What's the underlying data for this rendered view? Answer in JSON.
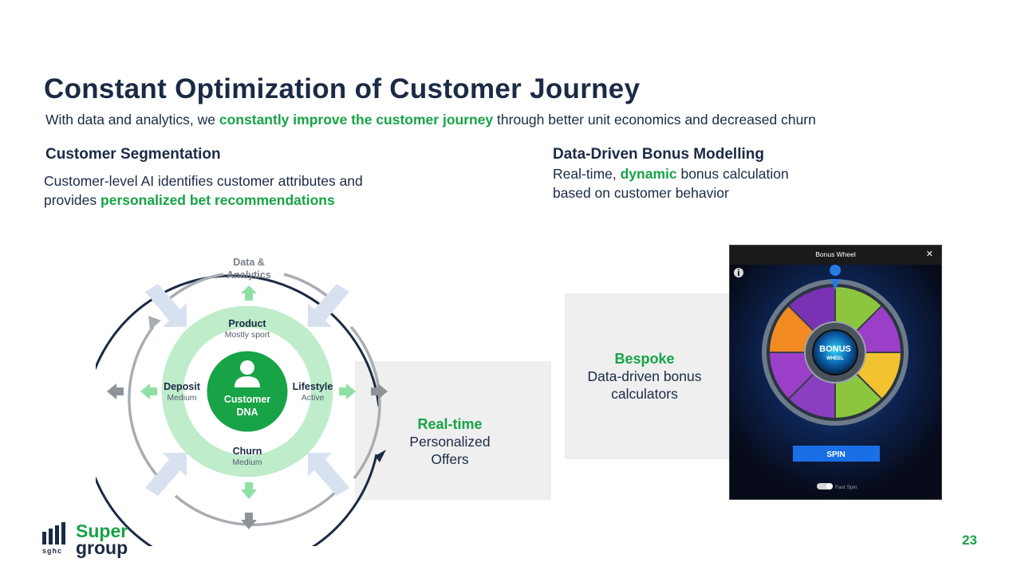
{
  "title": "Constant Optimization of Customer Journey",
  "subtitle": {
    "pre": "With data and analytics, we ",
    "highlight": "constantly improve the customer journey",
    "post": " through better unit economics and decreased churn"
  },
  "left_section": {
    "heading": "Customer Segmentation",
    "line1": "Customer-level AI identifies customer attributes and",
    "line2_pre": "provides ",
    "line2_highlight": "personalized bet recommendations"
  },
  "right_section": {
    "heading": "Data-Driven Bonus Modelling",
    "line1_pre": "Real-time, ",
    "line1_highlight": "dynamic",
    "line1_post": " bonus calculation",
    "line2": "based on customer behavior"
  },
  "cycle": {
    "top_label_1": "Data &",
    "top_label_2": "Analytics",
    "center_1": "Customer",
    "center_2": "DNA",
    "segments": {
      "top": {
        "label": "Product",
        "sub": "Mostly sport"
      },
      "left": {
        "label": "Deposit",
        "sub": "Medium"
      },
      "right": {
        "label": "Lifestyle",
        "sub": "Active"
      },
      "bottom": {
        "label": "Churn",
        "sub": "Medium"
      }
    }
  },
  "realtime_panel": {
    "title": "Real-time",
    "line1": "Personalized",
    "line2": "Offers"
  },
  "bespoke_panel": {
    "title": "Bespoke",
    "line1": "Data-driven bonus",
    "line2": "calculators"
  },
  "bonus_wheel": {
    "window_title": "Bonus Wheel",
    "close": "✕",
    "info_icon": "info-icon",
    "hub_1": "BONUS",
    "hub_2": "WHEEL",
    "spin": "SPIN",
    "fast_spin": "Fast Spin"
  },
  "logo": {
    "word1": "Super",
    "word2": "group",
    "mark_text": "sghc"
  },
  "page_number": "23",
  "colors": {
    "navy": "#1b2a45",
    "green": "#17a346",
    "light_green": "#bfeccb",
    "panel_grey": "#efefef"
  }
}
